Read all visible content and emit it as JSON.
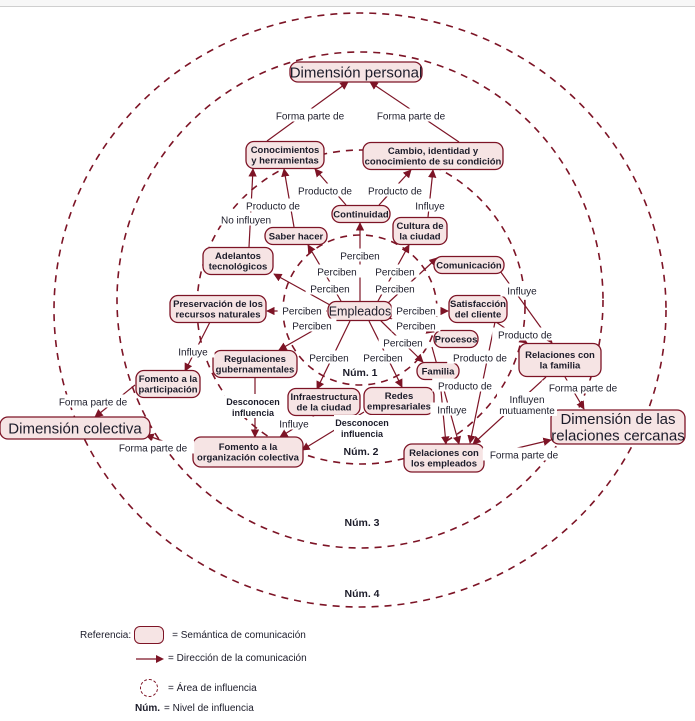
{
  "rings": [
    {
      "id": "r1",
      "label": "Núm. 1"
    },
    {
      "id": "r2",
      "label": "Núm. 2"
    },
    {
      "id": "r3",
      "label": "Núm. 3"
    },
    {
      "id": "r4",
      "label": "Núm. 4"
    }
  ],
  "nodes": [
    {
      "id": "dim_personal",
      "lines": [
        "Dimensión personal"
      ],
      "size": "big"
    },
    {
      "id": "dim_colectiva",
      "lines": [
        "Dimensión colectiva"
      ],
      "size": "big"
    },
    {
      "id": "dim_relaciones",
      "lines": [
        "Dimensión de las",
        "relaciones cercanas"
      ],
      "size": "big"
    },
    {
      "id": "conocimientos",
      "lines": [
        "Conocimientos",
        "y herramientas"
      ],
      "size": "small"
    },
    {
      "id": "cambio",
      "lines": [
        "Cambio, identidad y",
        "conocimiento de su condición"
      ],
      "size": "small"
    },
    {
      "id": "continuidad",
      "lines": [
        "Continuidad"
      ],
      "size": "small"
    },
    {
      "id": "saber_hacer",
      "lines": [
        "Saber hacer"
      ],
      "size": "small"
    },
    {
      "id": "cultura",
      "lines": [
        "Cultura de",
        "la ciudad"
      ],
      "size": "small"
    },
    {
      "id": "adelantos",
      "lines": [
        "Adelantos",
        "tecnológicos"
      ],
      "size": "small"
    },
    {
      "id": "comunicacion",
      "lines": [
        "Comunicación"
      ],
      "size": "small"
    },
    {
      "id": "preservacion",
      "lines": [
        "Preservación de los",
        "recursos naturales"
      ],
      "size": "small"
    },
    {
      "id": "empleados",
      "lines": [
        "Empleados"
      ],
      "size": "mid"
    },
    {
      "id": "satisfaccion",
      "lines": [
        "Satisfacción",
        "del cliente"
      ],
      "size": "small"
    },
    {
      "id": "procesos",
      "lines": [
        "Procesos"
      ],
      "size": "small"
    },
    {
      "id": "regulaciones",
      "lines": [
        "Regulaciones",
        "gubernamentales"
      ],
      "size": "small"
    },
    {
      "id": "familia",
      "lines": [
        "Familia"
      ],
      "size": "small"
    },
    {
      "id": "rel_familia",
      "lines": [
        "Relaciones con",
        "la familia"
      ],
      "size": "small"
    },
    {
      "id": "fomento_part",
      "lines": [
        "Fomento a la",
        "participación"
      ],
      "size": "small"
    },
    {
      "id": "infraestructura",
      "lines": [
        "Infraestructura",
        "de la ciudad"
      ],
      "size": "small"
    },
    {
      "id": "redes",
      "lines": [
        "Redes",
        "empresariales"
      ],
      "size": "small"
    },
    {
      "id": "fomento_org",
      "lines": [
        "Fomento a la",
        "organización colectiva"
      ],
      "size": "small"
    },
    {
      "id": "rel_empleados",
      "lines": [
        "Relaciones con",
        "los empleados"
      ],
      "size": "small"
    }
  ],
  "edges": [
    {
      "from": "conocimientos",
      "to": "dim_personal",
      "label": "Forma parte de"
    },
    {
      "from": "cambio",
      "to": "dim_personal",
      "label": "Forma parte de"
    },
    {
      "from": "continuidad",
      "to": "conocimientos",
      "label": "Producto de"
    },
    {
      "from": "continuidad",
      "to": "cambio",
      "label": "Producto de"
    },
    {
      "from": "saber_hacer",
      "to": "conocimientos",
      "label": "Producto de"
    },
    {
      "from": "adelantos",
      "to": "conocimientos",
      "label": "No influyen"
    },
    {
      "from": "cultura",
      "to": "cambio",
      "label": "Influye"
    },
    {
      "from": "empleados",
      "to": "continuidad",
      "label": "Perciben"
    },
    {
      "from": "empleados",
      "to": "saber_hacer",
      "label": "Perciben"
    },
    {
      "from": "empleados",
      "to": "cultura",
      "label": "Perciben"
    },
    {
      "from": "empleados",
      "to": "adelantos",
      "label": "Perciben"
    },
    {
      "from": "empleados",
      "to": "comunicacion",
      "label": "Perciben"
    },
    {
      "from": "empleados",
      "to": "preservacion",
      "label": "Perciben"
    },
    {
      "from": "empleados",
      "to": "satisfaccion",
      "label": "Perciben"
    },
    {
      "from": "empleados",
      "to": "procesos",
      "label": "Perciben"
    },
    {
      "from": "empleados",
      "to": "regulaciones",
      "label": "Perciben"
    },
    {
      "from": "empleados",
      "to": "familia",
      "label": "Perciben"
    },
    {
      "from": "empleados",
      "to": "infraestructura",
      "label": "Perciben"
    },
    {
      "from": "empleados",
      "to": "redes",
      "label": "Perciben"
    },
    {
      "from": "comunicacion",
      "to": "rel_familia",
      "label": "Influye"
    },
    {
      "from": "satisfaccion",
      "to": "rel_familia",
      "label": "Producto de"
    },
    {
      "from": "satisfaccion",
      "to": "rel_empleados",
      "label": "Producto de"
    },
    {
      "from": "procesos",
      "to": "rel_empleados",
      "label": "Producto de"
    },
    {
      "from": "familia",
      "to": "rel_empleados",
      "label": "Influye"
    },
    {
      "from": "rel_familia",
      "to": "rel_empleados",
      "label": "Influyen mutuamente"
    },
    {
      "from": "rel_familia",
      "to": "dim_relaciones",
      "label": "Forma parte de"
    },
    {
      "from": "rel_empleados",
      "to": "dim_relaciones",
      "label": "Forma parte de"
    },
    {
      "from": "preservacion",
      "to": "fomento_part",
      "label": "Influye"
    },
    {
      "from": "fomento_part",
      "to": "dim_colectiva",
      "label": "Forma parte de"
    },
    {
      "from": "fomento_org",
      "to": "dim_colectiva",
      "label": "Forma parte de"
    },
    {
      "from": "regulaciones",
      "to": "fomento_org",
      "label": "Desconocen influencia"
    },
    {
      "from": "infraestructura",
      "to": "fomento_org",
      "label": "Influye"
    },
    {
      "from": "redes",
      "to": "fomento_org",
      "label": "Desconocen influencia"
    }
  ],
  "legend": {
    "title": "Referencia:",
    "items": [
      {
        "symbol": "node-box",
        "label": "= Semántica de comunicación"
      },
      {
        "symbol": "arrow",
        "label": "= Dirección de la comunicación"
      },
      {
        "symbol": "dashed-circle",
        "label": "=  Área de influencia"
      },
      {
        "symbol": "num",
        "prefix": "Núm.",
        "label": "=  Nivel de influencia"
      }
    ]
  },
  "colors": {
    "stroke": "#7d1426",
    "fill": "#f6e4e4",
    "text": "#1c1c2a"
  }
}
